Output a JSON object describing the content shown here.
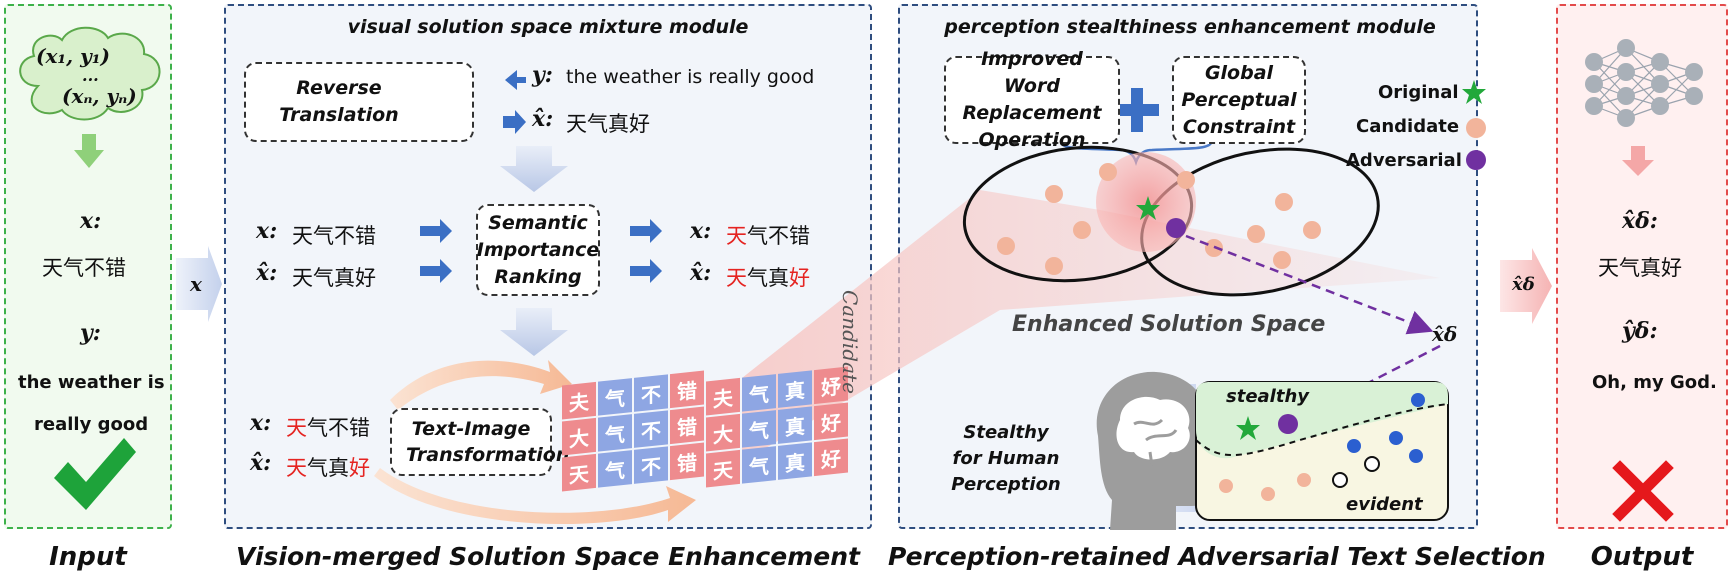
{
  "panels": {
    "input": {
      "caption": "Input",
      "cloud_line1": "(x₁, y₁)",
      "cloud_dots": "...",
      "cloud_line2": "(xₙ, yₙ)",
      "x_label": "x:",
      "x_text": "天气不错",
      "y_label": "y:",
      "y_text_line1": "the weather is",
      "y_text_line2": "really good"
    },
    "vision": {
      "caption": "Vision-merged Solution Space Enhancement",
      "module_title": "visual solution space mixture module",
      "reverse_translation": "Reverse Translation",
      "y_label": "y:",
      "y_text": "the weather is really good",
      "xhat_label": "x̂:",
      "xhat_text": "天气真好",
      "ranking": "Semantic Importance Ranking",
      "row1_label": "x:",
      "row1_text": "天气不错",
      "row2_label": "x̂:",
      "row2_text": "天气真好",
      "out1_label": "x:",
      "out1_red": "天",
      "out1_rest": "气不错",
      "out2_label": "x̂:",
      "out2_red1": "天",
      "out2_mid": "气真",
      "out2_red2": "好",
      "tit": "Text-Image Transformation",
      "b1_label": "x:",
      "b1_red": "天",
      "b1_rest": "气不错",
      "b2_label": "x̂:",
      "b2_red1": "天",
      "b2_mid": "气真",
      "b2_red2": "好",
      "grid1": [
        "夫",
        "气",
        "不",
        "错",
        "大",
        "气",
        "不",
        "错",
        "天",
        "气",
        "不",
        "错"
      ],
      "grid2": [
        "夫",
        "气",
        "真",
        "妤",
        "大",
        "气",
        "真",
        "好",
        "天",
        "气",
        "真",
        "好"
      ]
    },
    "candidate_label": "Candidate",
    "arrow_x": "x",
    "arrow_xd": "x̂δ",
    "perception": {
      "caption": "Perception-retained Adversarial Text Selection",
      "module_title": "perception stealthiness enhancement module",
      "iwro": "Improved Word Replacement Operation",
      "gpc": "Global Perceptual Constraint",
      "plus": "+",
      "legend_original": "Original",
      "legend_candidate": "Candidate",
      "legend_adversarial": "Adversarial",
      "space_label": "Enhanced Solution Space",
      "xd_label": "x̂δ",
      "stealthy": "stealthy",
      "evident": "evident",
      "human": "Stealthy for Human Perception"
    },
    "output": {
      "caption": "Output",
      "xd_label": "x̂δ:",
      "xd_text": "天气真好",
      "yd_label": "ŷδ:",
      "yd_text": "Oh, my God."
    }
  },
  "colors": {
    "input_border": "#3db14a",
    "output_border": "#e34b4b",
    "module_border": "#2e4d7f",
    "arrow_blue": "#3b6fc4",
    "highlight_red": "#e52421",
    "candidate_dot": "#f2b49b",
    "adversarial_dot": "#7030a0",
    "original_star": "#22a83a"
  }
}
